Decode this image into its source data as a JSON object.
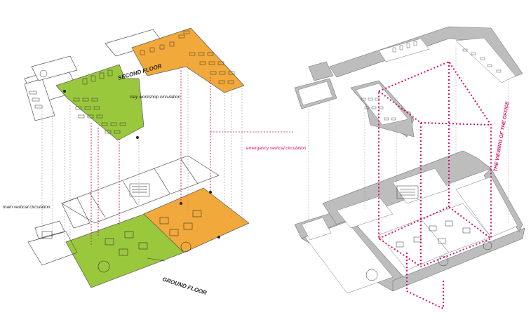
{
  "labels": {
    "second_floor": "SECOND FLOOR",
    "clay_workshop": "clay workshop circulation",
    "emergency": "emergancy vertical circulation",
    "main_vertical": "main vertical circulation",
    "ground_floor": "GROUND FLOOR",
    "viewing": "THE VIEWING OF THE OFFICE"
  },
  "colors": {
    "orange": "#f2a93b",
    "green": "#9ac83c",
    "magenta": "#d6106d",
    "line": "#555555",
    "wall": "#bdbdbd",
    "wall_dark": "#8e8e8e"
  }
}
